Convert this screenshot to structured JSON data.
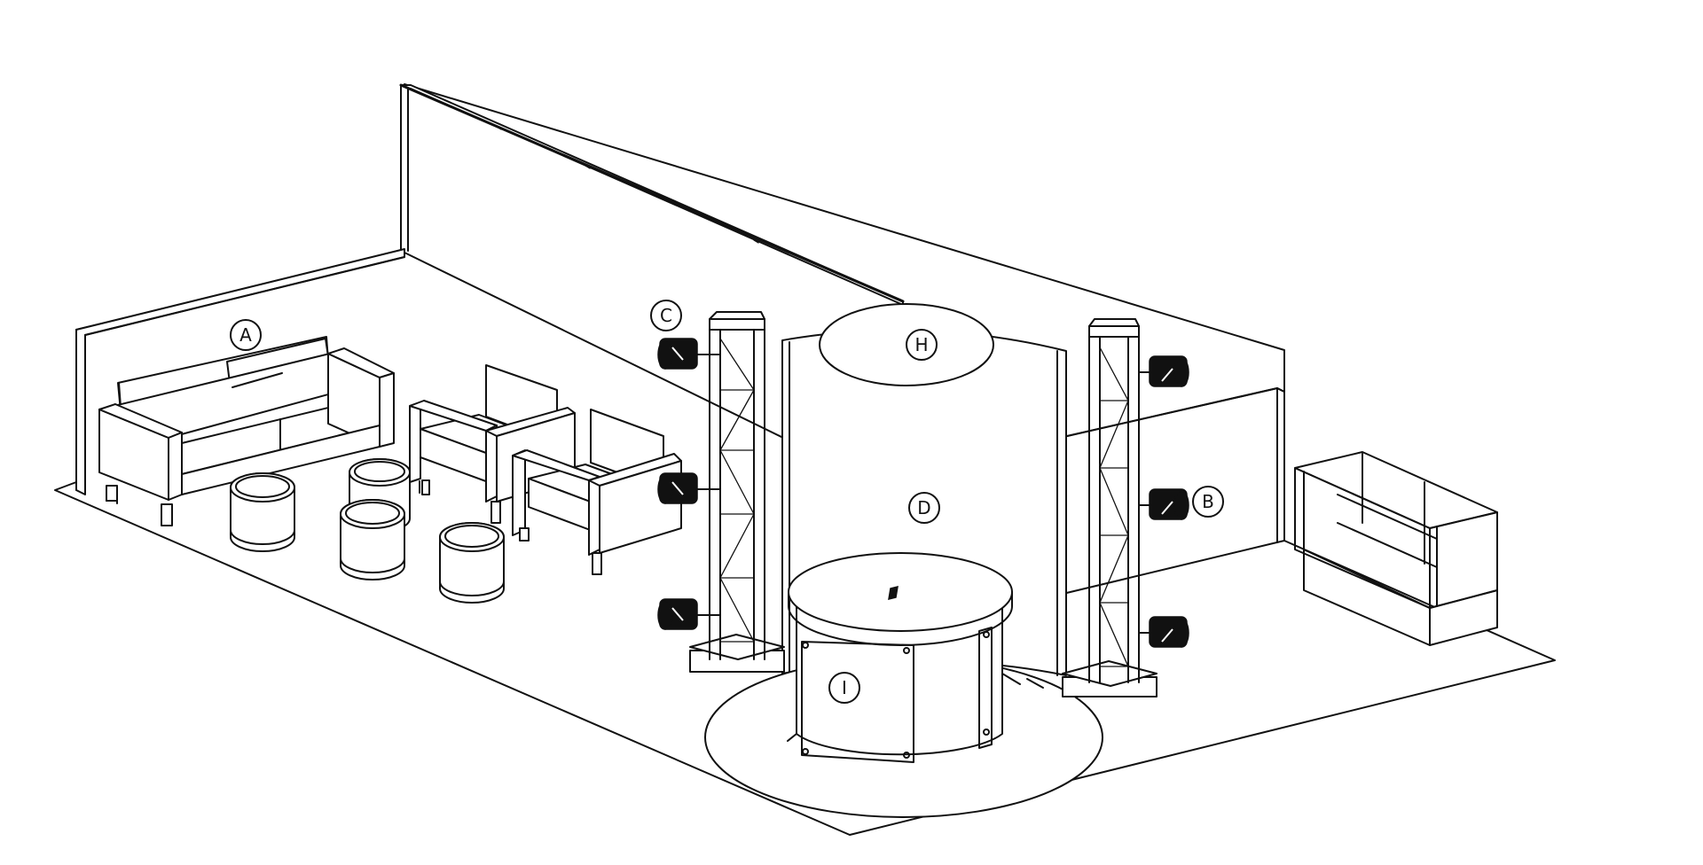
{
  "colors": {
    "stroke": "#111111",
    "background": "#ffffff",
    "spotlight_body": "#111111"
  },
  "callouts": {
    "A": "A",
    "B": "B",
    "C": "C",
    "D": "D",
    "H": "H",
    "I": "I"
  }
}
